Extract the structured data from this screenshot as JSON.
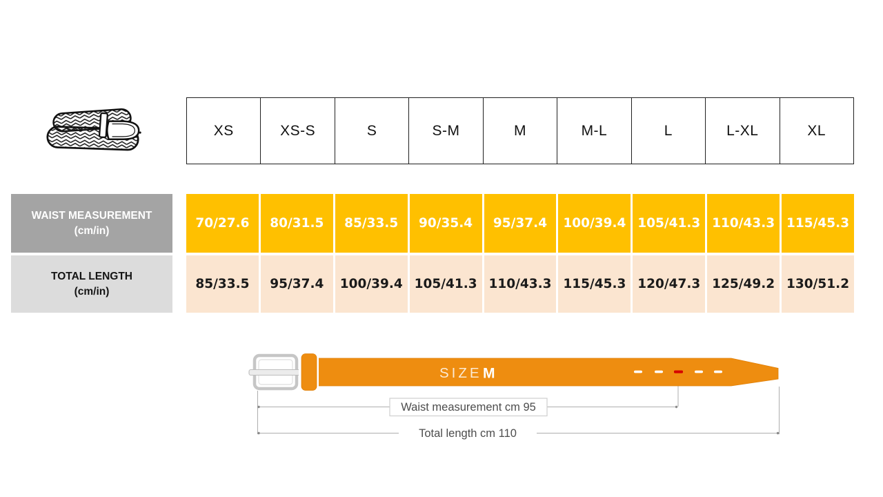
{
  "table": {
    "sizes": [
      "XS",
      "XS-S",
      "S",
      "S-M",
      "M",
      "M-L",
      "L",
      "L-XL",
      "XL"
    ],
    "waist_row": {
      "label_line1": "WAIST MEASUREMENT",
      "label_line2": "(cm/in)",
      "values": [
        "70/27.6",
        "80/31.5",
        "85/33.5",
        "90/35.4",
        "95/37.4",
        "100/39.4",
        "105/41.3",
        "110/43.3",
        "115/45.3"
      ]
    },
    "length_row": {
      "label_line1": "TOTAL LENGTH",
      "label_line2": "(cm/in)",
      "values": [
        "85/33.5",
        "95/37.4",
        "100/39.4",
        "105/41.3",
        "110/43.3",
        "115/45.3",
        "120/47.3",
        "125/49.2",
        "130/51.2"
      ]
    }
  },
  "diagram": {
    "size_word": "SIZE",
    "size_value": "M",
    "waist_annotation": "Waist measurement cm 95",
    "total_annotation": "Total length cm 110",
    "hole_count": 5,
    "marked_hole_index": 3
  },
  "icons": {
    "top_left": "braided-belt-icon"
  },
  "colors": {
    "waist_cell_bg": "#ffc000",
    "length_cell_bg": "#fbe5d0",
    "waist_label_bg": "#a4a4a4",
    "length_label_bg": "#dcdcdc",
    "belt_orange": "#ee8d10",
    "marked_hole_red": "#d40000",
    "dimension_line_gray": "#adadad",
    "annotation_text_gray": "#4d4d4d",
    "table_border": "#1f1f1f"
  }
}
